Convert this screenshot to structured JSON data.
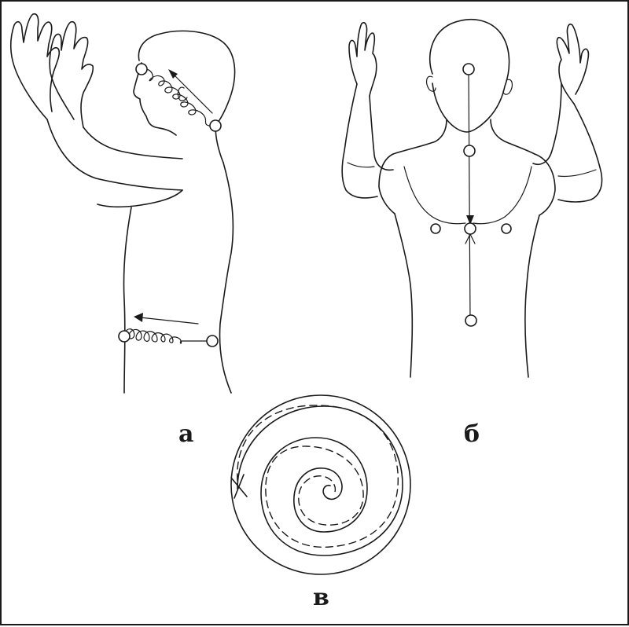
{
  "labels": {
    "a": "а",
    "b": "б",
    "c": "в"
  },
  "colors": {
    "ink": "#1a1a1a",
    "background": "#ffffff"
  }
}
